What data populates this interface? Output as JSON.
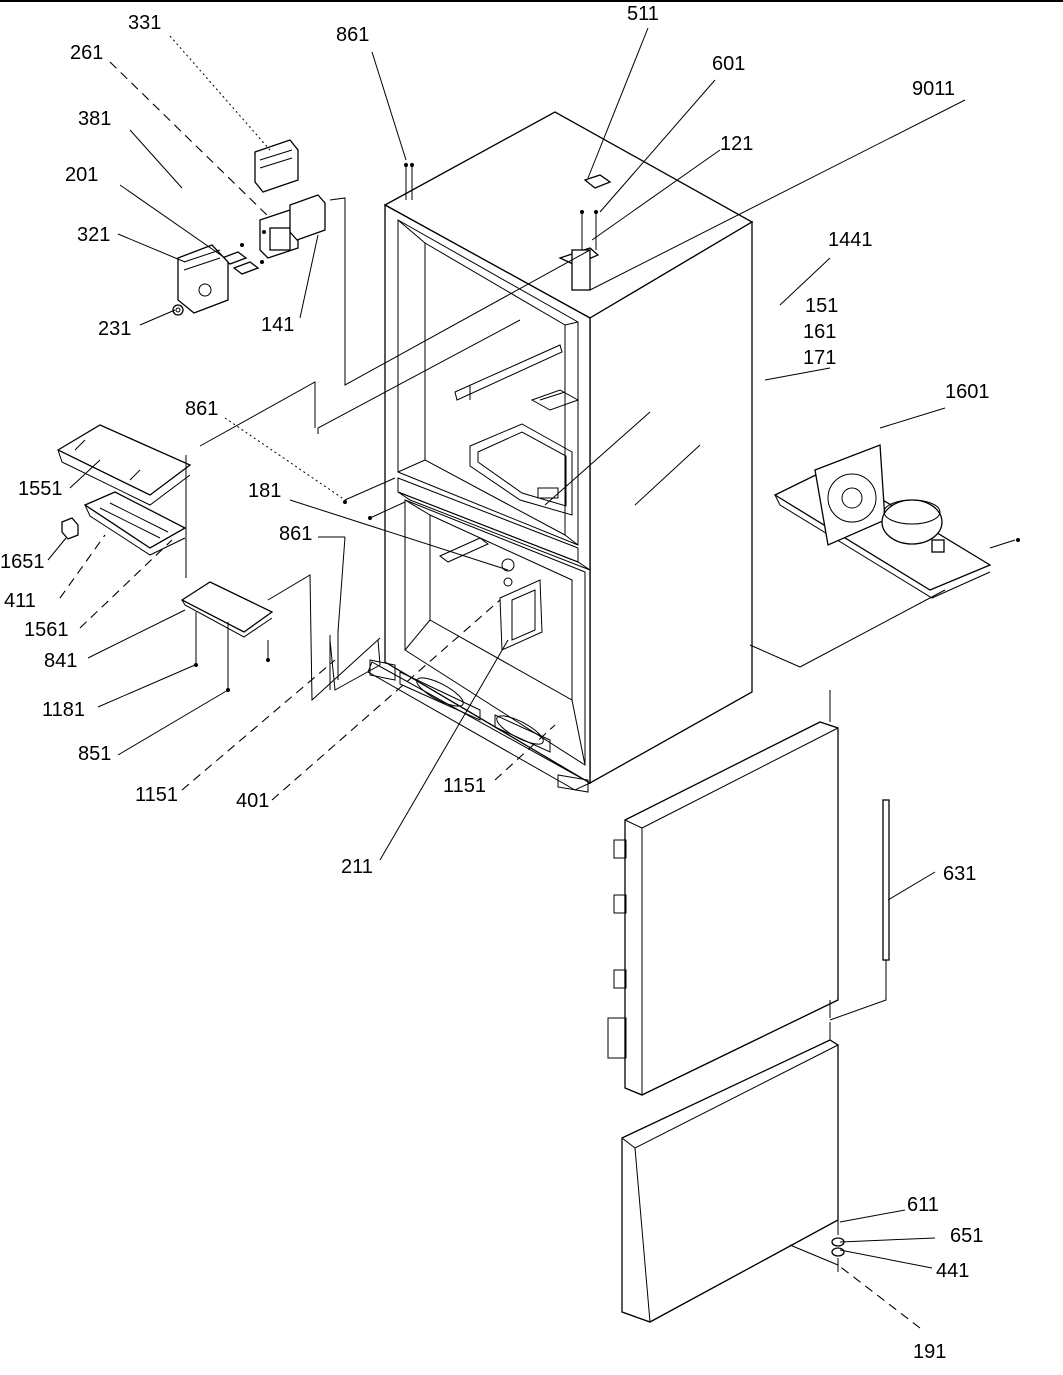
{
  "diagram": {
    "labels": {
      "l331": "331",
      "l261": "261",
      "l381": "381",
      "l201": "201",
      "l321": "321",
      "l231": "231",
      "l141": "141",
      "l861a": "861",
      "l511": "511",
      "l601": "601",
      "l9011": "9011",
      "l121": "121",
      "l1441": "1441",
      "l151": "151",
      "l161": "161",
      "l171": "171",
      "l1601": "1601",
      "l861b": "861",
      "l1551": "1551",
      "l181": "181",
      "l861c": "861",
      "l1651": "1651",
      "l411": "411",
      "l1561": "1561",
      "l841": "841",
      "l1181": "1181",
      "l851": "851",
      "l1151a": "1151",
      "l401": "401",
      "l1151b": "1151",
      "l211": "211",
      "l631": "631",
      "l611": "611",
      "l651": "651",
      "l441": "441",
      "l191": "191"
    }
  }
}
